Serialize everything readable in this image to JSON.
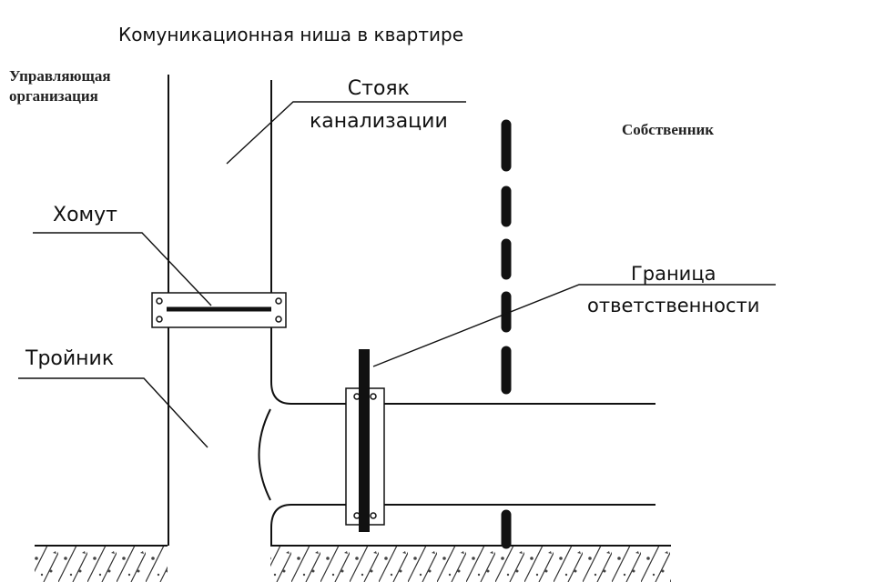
{
  "diagram": {
    "title": "Комуникационная ниша в квартире",
    "management_label": [
      "Управляющая",
      "организация"
    ],
    "owner_label": "Собственник",
    "riser_label": [
      "Стояк",
      "канализации"
    ],
    "clamp_label": "Хомут",
    "tee_label": "Тройник",
    "boundary_label": [
      "Граница",
      "ответственности"
    ]
  },
  "colors": {
    "line": "#111111",
    "text": "#111111",
    "background": "#ffffff"
  }
}
